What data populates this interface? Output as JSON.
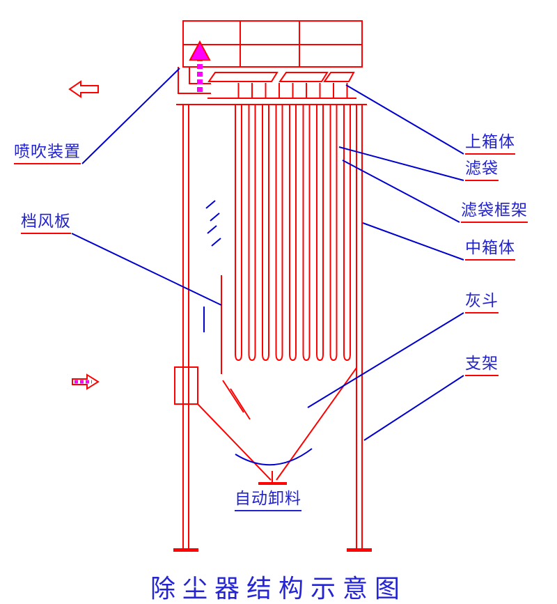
{
  "title": "除尘器结构示意图",
  "labels": {
    "blow_device": "喷吹装置",
    "baffle": "档风板",
    "upper_box": "上箱体",
    "filter_bag": "滤袋",
    "bag_cage": "滤袋框架",
    "middle_box": "中箱体",
    "ash_hopper": "灰斗",
    "support": "支架",
    "auto_discharge": "自动卸料"
  },
  "colors": {
    "structure": "#ff0000",
    "leader": "#0000cc",
    "label_text": "#2222cc",
    "flow_arrow": "#ff00ff"
  },
  "icons": {
    "outlet_arrow": "left-arrow-icon",
    "inlet_arrow": "right-arrow-icon",
    "pulse_arrow": "up-arrow-icon"
  }
}
